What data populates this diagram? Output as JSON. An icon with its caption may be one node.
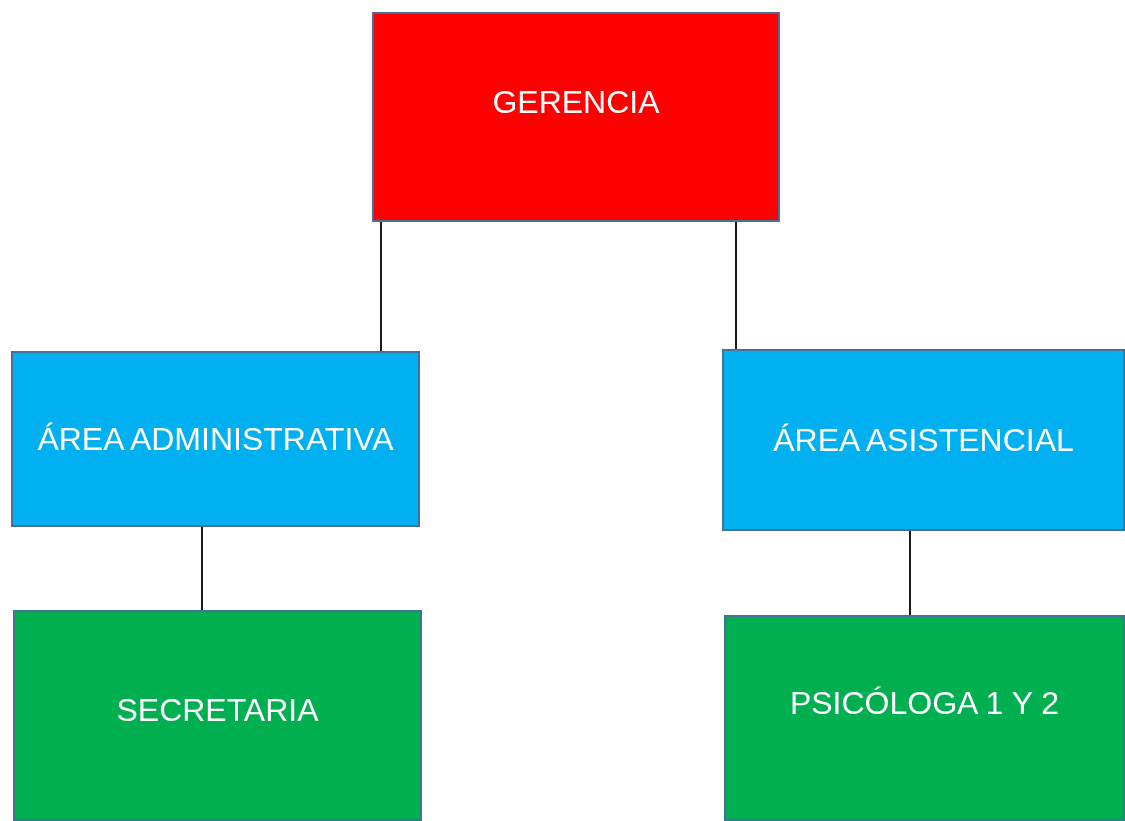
{
  "diagram": {
    "nodes": [
      {
        "text": [
          "GERENCIA"
        ]
      },
      {
        "text": [
          "ÁREA ADMINISTRATIVA"
        ]
      },
      {
        "text": [
          "ÁREA ASISTENCIAL"
        ]
      },
      {
        "text": [
          "SECRETARIA"
        ]
      },
      {
        "text": [
          "PSICÓLOGA 1 Y 2"
        ]
      }
    ],
    "edges": [
      {
        "from": 0,
        "to": 1,
        "arrow": "none"
      },
      {
        "from": 0,
        "to": 2,
        "arrow": "none"
      },
      {
        "from": 1,
        "to": 3,
        "arrow": "none"
      },
      {
        "from": 2,
        "to": 4,
        "arrow": "none"
      }
    ]
  }
}
